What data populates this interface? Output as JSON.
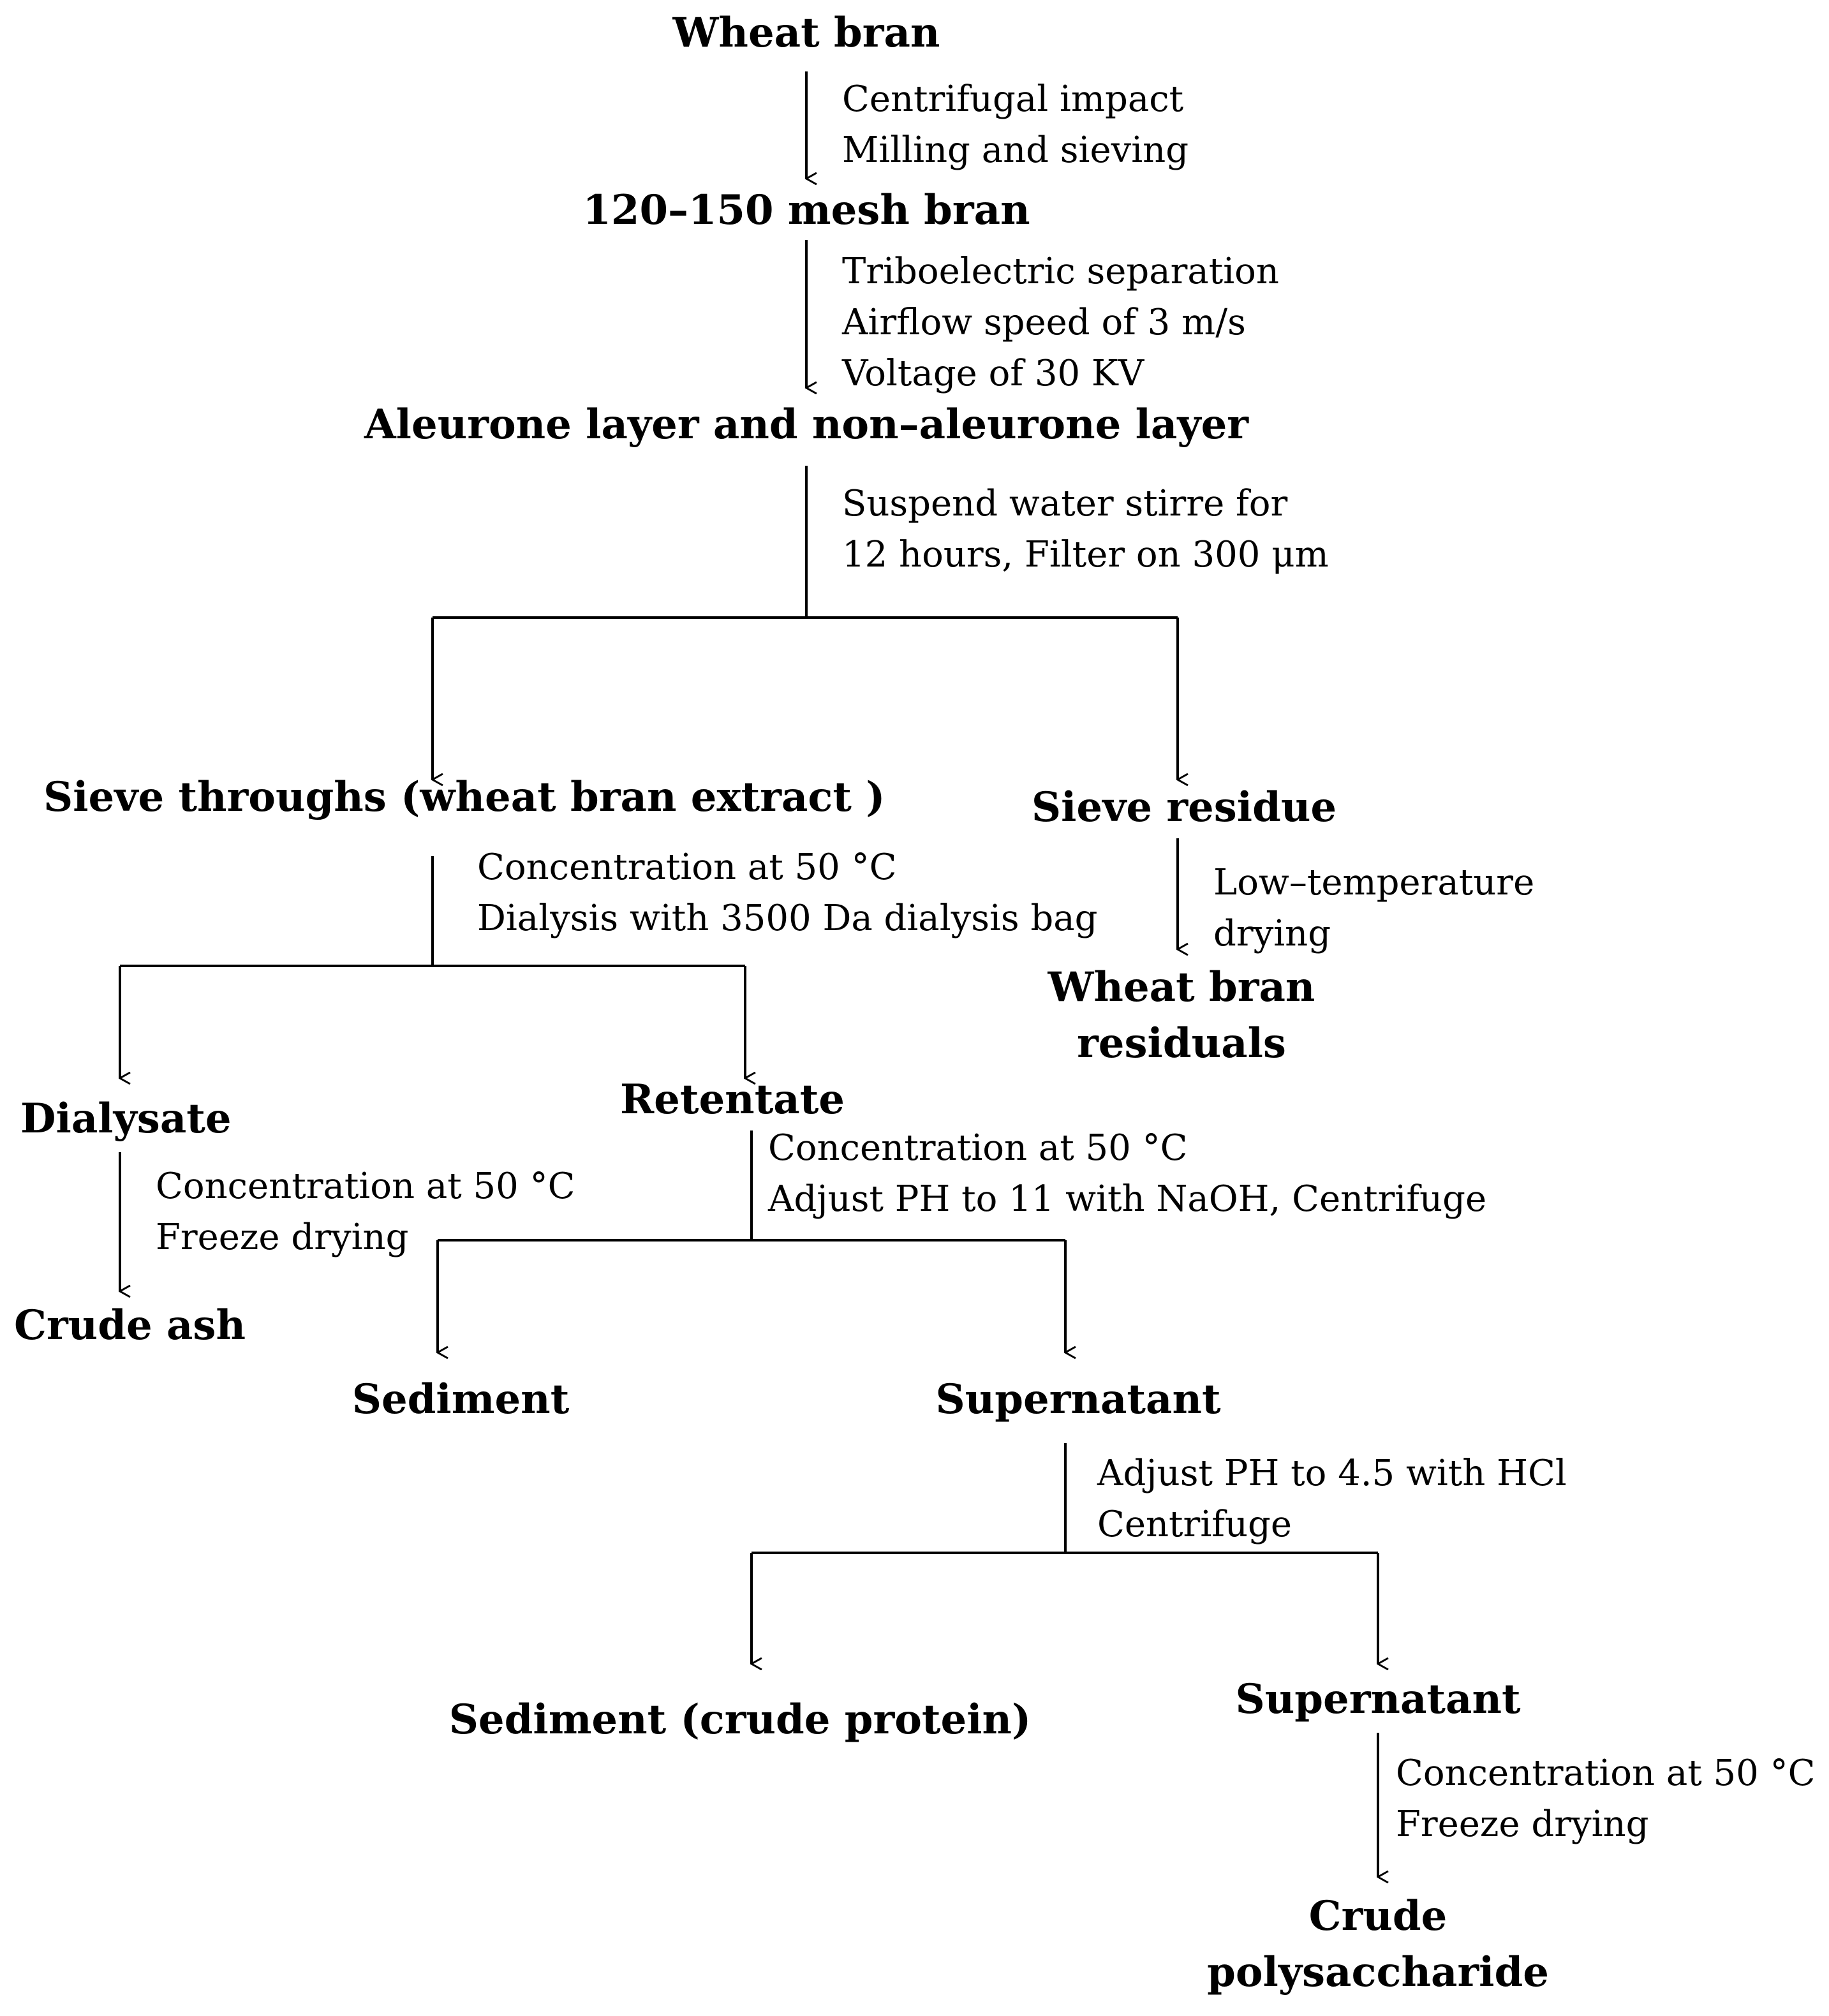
{
  "nodes": {
    "wheat_bran": "Wheat bran",
    "mesh_bran": "120–150 mesh bran",
    "aleurone": "Aleurone layer and non–aleurone layer",
    "sieve_throughs": "Sieve throughs (wheat bran extract )",
    "sieve_residue": "Sieve residue",
    "wheat_bran_residuals": [
      "Wheat bran",
      "residuals"
    ],
    "dialysate": "Dialysate",
    "retentate": "Retentate",
    "crude_ash": "Crude ash",
    "sediment": "Sediment",
    "supernatant_1": "Supernatant",
    "sediment_protein": "Sediment (crude protein)",
    "supernatant_2": "Supernatant",
    "crude_polysaccharide": [
      "Crude",
      "polysaccharide"
    ]
  },
  "steps": {
    "s1": [
      "Centrifugal impact",
      "Milling and sieving"
    ],
    "s2": [
      "Triboelectric separation",
      "Airflow speed of 3 m/s",
      "Voltage of 30 KV"
    ],
    "s3": [
      "Suspend water stirre  for",
      "12 hours, Filter on 300 μm"
    ],
    "s4": [
      "Concentration at 50 °C",
      "Dialysis with 3500 Da dialysis bag"
    ],
    "s5": [
      "Low–temperature",
      "drying"
    ],
    "s6": [
      "Concentration at 50 °C",
      "Freeze drying"
    ],
    "s7": [
      "Concentration at 50 °C",
      "Adjust PH to 11 with NaOH, Centrifuge"
    ],
    "s8": [
      "Adjust PH to 4.5 with HCl",
      "Centrifuge"
    ],
    "s9": [
      "Concentration at 50 °C",
      "Freeze drying"
    ]
  },
  "colors": {
    "ink": "#000000",
    "background": "#ffffff"
  }
}
